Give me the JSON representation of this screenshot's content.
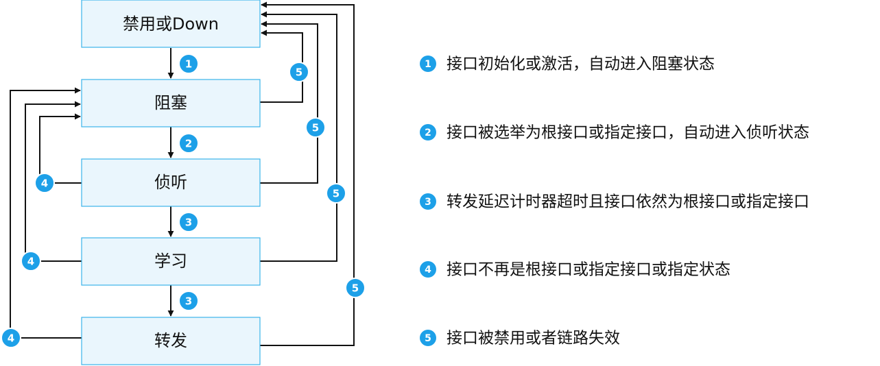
{
  "states": [
    {
      "id": "disabled",
      "label": "禁用或Down"
    },
    {
      "id": "blocking",
      "label": "阻塞"
    },
    {
      "id": "listening",
      "label": "侦听"
    },
    {
      "id": "learning",
      "label": "学习"
    },
    {
      "id": "forwarding",
      "label": "转发"
    }
  ],
  "transitions": [
    {
      "from": "disabled",
      "to": "blocking",
      "label": "1"
    },
    {
      "from": "blocking",
      "to": "listening",
      "label": "2"
    },
    {
      "from": "listening",
      "to": "learning",
      "label": "3"
    },
    {
      "from": "learning",
      "to": "forwarding",
      "label": "3"
    },
    {
      "from": "listening",
      "to": "blocking",
      "label": "4"
    },
    {
      "from": "learning",
      "to": "blocking",
      "label": "4"
    },
    {
      "from": "forwarding",
      "to": "blocking",
      "label": "4"
    },
    {
      "from": "blocking",
      "to": "disabled",
      "label": "5"
    },
    {
      "from": "listening",
      "to": "disabled",
      "label": "5"
    },
    {
      "from": "learning",
      "to": "disabled",
      "label": "5"
    },
    {
      "from": "forwarding",
      "to": "disabled",
      "label": "5"
    }
  ],
  "legend": [
    {
      "num": "1",
      "text": "接口初始化或激活，自动进入阻塞状态"
    },
    {
      "num": "2",
      "text": "接口被选举为根接口或指定接口，自动进入侦听状态"
    },
    {
      "num": "3",
      "text": "转发延迟计时器超时且接口依然为根接口或指定接口"
    },
    {
      "num": "4",
      "text": "接口不再是根接口或指定接口或指定状态"
    },
    {
      "num": "5",
      "text": "接口被禁用或者链路失效"
    }
  ],
  "colors": {
    "box_fill": "#eaf6fd",
    "box_border": "#3bb3ea",
    "badge": "#1da0e8",
    "line": "#111111"
  }
}
